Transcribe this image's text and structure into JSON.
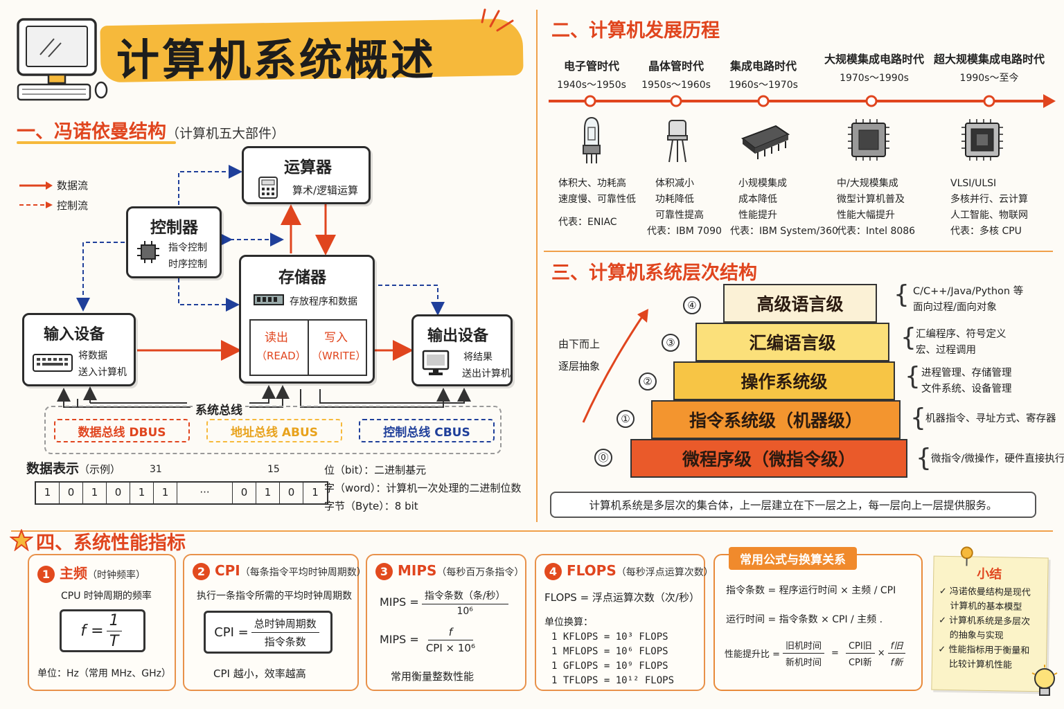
{
  "title": "计算机系统概述",
  "colors": {
    "accent": "#e0451e",
    "yellow": "#f6b93b",
    "blue": "#1f3f9a",
    "orange": "#f08a2c"
  },
  "section1": {
    "heading": "一、冯诺依曼结构",
    "sub": "（计算机五大部件）",
    "legend": {
      "data_flow": "数据流",
      "control_flow": "控制流"
    },
    "alu": {
      "title": "运算器",
      "desc": "算术/逻辑运算",
      "icon": "calculator-icon"
    },
    "control": {
      "title": "控制器",
      "line1": "指令控制",
      "line2": "时序控制",
      "icon": "chip-icon"
    },
    "memory": {
      "title": "存储器",
      "desc": "存放程序和数据",
      "read": "读出",
      "read_en": "（READ）",
      "write": "写入",
      "write_en": "（WRITE）",
      "icon": "ram-icon"
    },
    "input": {
      "title": "输入设备",
      "line1": "将数据",
      "line2": "送入计算机",
      "icon": "keyboard-icon"
    },
    "output": {
      "title": "输出设备",
      "line1": "将结果",
      "line2": "送出计算机",
      "icon": "monitor-icon"
    },
    "bus": {
      "title": "系统总线",
      "dbus": "数据总线 DBUS",
      "abus": "地址总线 ABUS",
      "cbus": "控制总线 CBUS"
    },
    "data_repr": {
      "title": "数据表示",
      "sub": "（示例）",
      "idx31": "31",
      "idx15": "15",
      "bits": [
        "1",
        "0",
        "1",
        "0",
        "1",
        "1",
        "···",
        "0",
        "1",
        "0",
        "1"
      ],
      "bit": "位（bit）：二进制基元",
      "word": "字（word）：计算机一次处理的二进制位数",
      "byte": "字节（Byte）：8 bit"
    }
  },
  "section2": {
    "heading": "二、计算机发展历程",
    "eras": [
      {
        "name": "电子管时代",
        "years": "1940s～1950s",
        "d1": "体积大、功耗高",
        "d2": "速度慢、可靠性低",
        "d3": "",
        "rep": "代表：ENIAC"
      },
      {
        "name": "晶体管时代",
        "years": "1950s～1960s",
        "d1": "体积减小",
        "d2": "功耗降低",
        "d3": "可靠性提高",
        "rep": "代表：IBM 7090"
      },
      {
        "name": "集成电路时代",
        "years": "1960s～1970s",
        "d1": "小规模集成",
        "d2": "成本降低",
        "d3": "性能提升",
        "rep": "代表：IBM System/360"
      },
      {
        "name": "大规模集成电路时代",
        "years": "1970s～1990s",
        "d1": "中/大规模集成",
        "d2": "微型计算机普及",
        "d3": "性能大幅提升",
        "rep": "代表：Intel 8086"
      },
      {
        "name": "超大规模集成电路时代",
        "years": "1990s～至今",
        "d1": "VLSI/ULSI",
        "d2": "多核并行、云计算",
        "d3": "人工智能、物联网",
        "rep": "代表：多核 CPU"
      }
    ]
  },
  "section3": {
    "heading": "三、计算机系统层次结构",
    "side": {
      "l1": "由下而上",
      "l2": "逐层抽象"
    },
    "levels": [
      {
        "num": "④",
        "name": "高级语言级",
        "n1": "C/C++/Java/Python 等",
        "n2": "面向过程/面向对象"
      },
      {
        "num": "③",
        "name": "汇编语言级",
        "n1": "汇编程序、符号定义",
        "n2": "宏、过程调用"
      },
      {
        "num": "②",
        "name": "操作系统级",
        "n1": "进程管理、存储管理",
        "n2": "文件系统、设备管理"
      },
      {
        "num": "①",
        "name": "指令系统级（机器级）",
        "n1": "机器指令、寻址方式、寄存器",
        "n2": ""
      },
      {
        "num": "⓪",
        "name": "微程序级（微指令级）",
        "n1": "微指令/微操作，硬件直接执行",
        "n2": ""
      }
    ],
    "summary": "计算机系统是多层次的集合体，上一层建立在下一层之上，每一层向上一层提供服务。"
  },
  "section4": {
    "heading": "四、系统性能指标",
    "c1": {
      "num": "1",
      "title": "主频",
      "sub": "（时钟频率）",
      "desc": "CPU 时钟周期的频率",
      "f": "f",
      "eq": "=",
      "one": "1",
      "T": "T",
      "unit": "单位：Hz（常用 MHz、GHz）"
    },
    "c2": {
      "num": "2",
      "title": "CPI",
      "sub": "（每条指令平均时钟周期数）",
      "desc": "执行一条指令所需的平均时钟周期数",
      "lhs": "CPI",
      "eq": "=",
      "top": "总时钟周期数",
      "bot": "指令条数",
      "note": "CPI 越小，效率越高"
    },
    "c3": {
      "num": "3",
      "title": "MIPS",
      "sub": "（每秒百万条指令）",
      "lhs1": "MIPS",
      "eq": "=",
      "top1": "指令条数（条/秒）",
      "bot1": "10⁶",
      "lhs2": "MIPS",
      "top2": "f",
      "bot2": "CPI × 10⁶",
      "note": "常用衡量整数性能"
    },
    "c4": {
      "num": "4",
      "title": "FLOPS",
      "sub": "（每秒浮点运算次数）",
      "def": "FLOPS = 浮点运算次数（次/秒）",
      "units_title": "单位换算：",
      "u1": "1  KFLOPS  =  10³  FLOPS",
      "u2": "1  MFLOPS  =  10⁶  FLOPS",
      "u3": "1  GFLOPS  =  10⁹  FLOPS",
      "u4": "1  TFLOPS  =  10¹²  FLOPS"
    },
    "formulas": {
      "title": "常用公式与换算关系",
      "f1": "指令条数 = 程序运行时间 × 主频 / CPI",
      "f2": "运行时间 = 指令条数 × CPI / 主频 .",
      "f3_lhs": "性能提升比 =",
      "f3_top": "旧机时间",
      "f3_bot": "新机时间",
      "eq": "=",
      "c_top": "CPI旧",
      "c_bot": "CPI新",
      "times": "×",
      "f_top": "f旧",
      "f_bot": "f新"
    },
    "summary": {
      "title": "小结",
      "i1a": "冯诺依曼结构是现代",
      "i1b": "计算机的基本模型",
      "i2a": "计算机系统是多层次",
      "i2b": "的抽象与实现",
      "i3a": "性能指标用于衡量和",
      "i3b": "比较计算机性能",
      "check": "✓"
    }
  }
}
